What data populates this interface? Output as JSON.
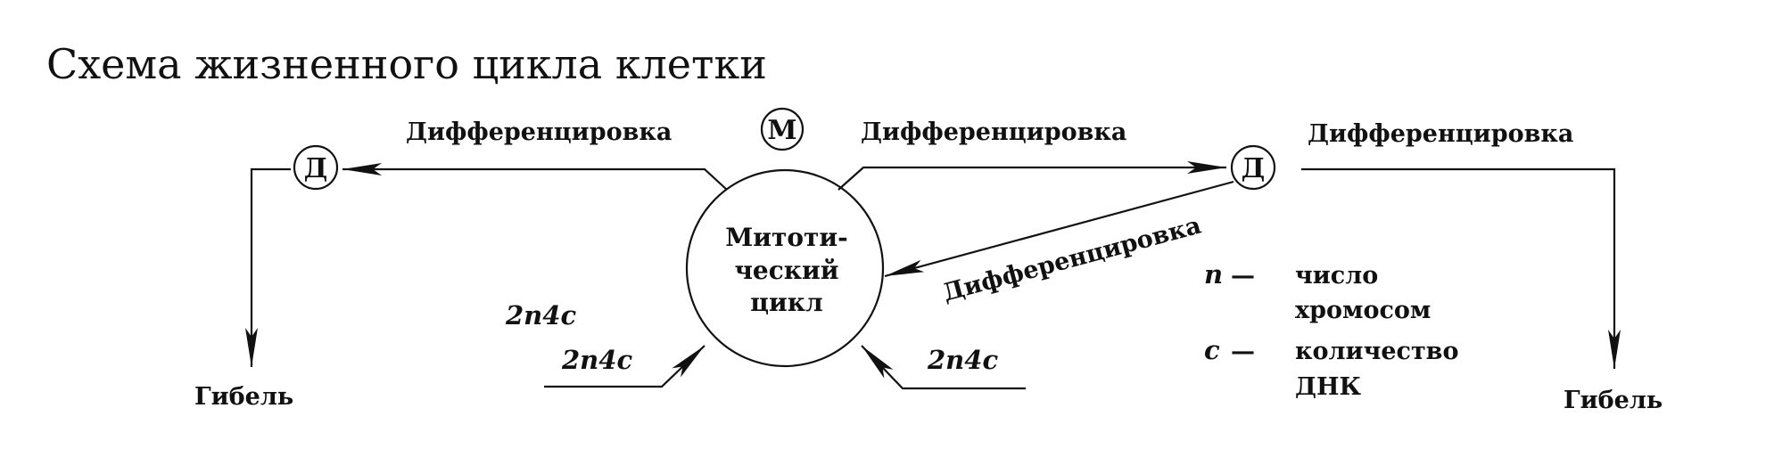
{
  "title": "Схема жизненного цикла клетки",
  "nodes": {
    "m": "М",
    "d_left": "Д",
    "d_right": "Д",
    "center_line1": "Митоти-",
    "center_line2": "ческий",
    "center_line3": "цикл"
  },
  "labels": {
    "diff_left": "Дифференцировка",
    "diff_middle": "Дифференцировка",
    "diff_right": "Дифференцировка",
    "diff_diagonal": "Дифференцировка",
    "death_left": "Гибель",
    "death_right": "Гибель"
  },
  "ploidy": {
    "upper": "2n4c",
    "lower_left": "2n4c",
    "lower_right": "2n4c"
  },
  "legend": {
    "n_symbol": "n",
    "n_dash": "—",
    "n_text_line1": "число",
    "n_text_line2": "хромосом",
    "c_symbol": "c",
    "c_dash": "—",
    "c_text_line1": "количество",
    "c_text_line2": "ДНК"
  }
}
